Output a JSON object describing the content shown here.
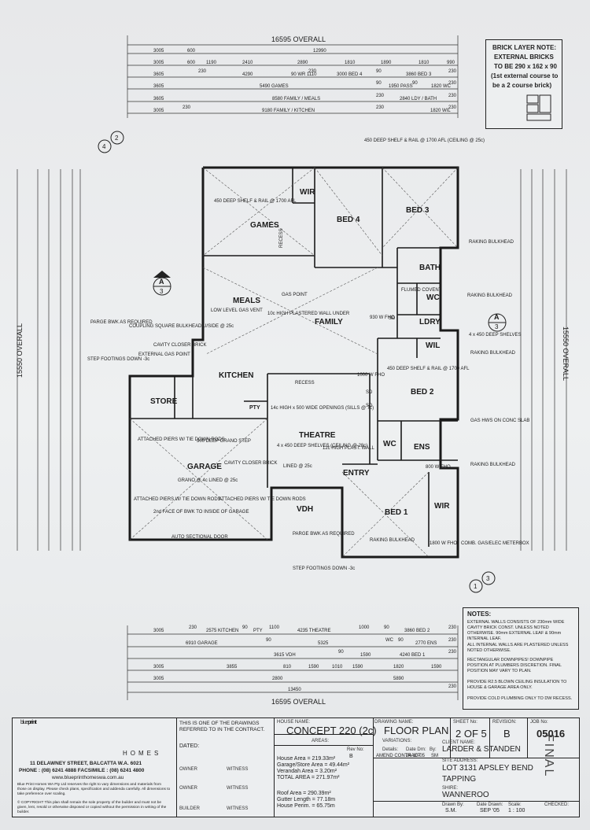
{
  "overall_top": "16595 OVERALL",
  "overall_bottom": "16595 OVERALL",
  "overall_left": "15550 OVERALL",
  "overall_right": "15550 OVERALL",
  "top_dims": {
    "row1": [
      "3005",
      "600",
      "12990"
    ],
    "row2": [
      "3005",
      "600",
      "1190",
      "2410",
      "2890",
      "1810",
      "1890",
      "1810",
      "990"
    ],
    "row3": [
      "3605",
      "230",
      "4290",
      "90 WR 1110",
      "230",
      "3000 BED 4",
      "90",
      "3860 BED 3",
      "230"
    ],
    "row4": [
      "3605",
      "5490 GAMES",
      "90",
      "1950 PASS",
      "90",
      "1820 WC",
      "230"
    ],
    "row5": [
      "3605",
      "8580 FAMILY / MEALS",
      "230",
      "2840 LDY / BATH",
      "230"
    ],
    "row6": [
      "3005",
      "230",
      "9180 FAMILY / KITCHEN",
      "230",
      "1820 WIL",
      "230"
    ]
  },
  "bottom_dims": {
    "row1": [
      "3005",
      "230",
      "2575 KITCHEN",
      "90",
      "PTY",
      "1100",
      "4235 THEATRE",
      "1000",
      "90",
      "3860 BED 2",
      "230"
    ],
    "row2": [
      "6910 GARAGE",
      "90",
      "5325",
      "WC",
      "90",
      "2770 ENS",
      "230"
    ],
    "row3": [
      "3615 VDH",
      "90",
      "1590",
      "4240 BED 1",
      "230"
    ],
    "row4": [
      "3005",
      "3855",
      "810",
      "1590",
      "1010",
      "1590",
      "1820",
      "1590"
    ],
    "row5": [
      "3005",
      "2800",
      "5890"
    ],
    "row6": [
      "13450",
      "230"
    ]
  },
  "rooms": {
    "games": "GAMES",
    "bed4": "BED 4",
    "bed3": "BED 3",
    "wir_top": "WIR",
    "bath": "BATH",
    "meals": "MEALS",
    "family": "FAMILY",
    "ldry": "LDRY",
    "wil": "WIL",
    "wc_top": "WC",
    "kitchen": "KITCHEN",
    "store": "STORE",
    "bed2": "BED 2",
    "theatre": "THEATRE",
    "garage": "GARAGE",
    "entry": "ENTRY",
    "ens": "ENS",
    "wc_ens": "WC",
    "bed1": "BED 1",
    "wir_bed1": "WIR",
    "vdh": "VDH",
    "pty": "PTY"
  },
  "annotations": {
    "shelf_games": "450 DEEP SHELF & RAIL @ 1700 AFL",
    "shelf_bed3": "450 DEEP SHELF & RAIL @ 1700 AFL (CEILING @ 25c)",
    "raking_bulkhead1": "RAKING BULKHEAD",
    "raking_bulkhead2": "RAKING BULKHEAD",
    "raking_bulkhead3": "RAKING BULKHEAD",
    "raking_bulkhead4": "RAKING BULKHEAD",
    "raking_bulkhead5": "RAKING BULKHEAD",
    "parge": "PARGE BWK AS REQUIRED",
    "parge2": "PARGE BWK AS REQUIRED",
    "coupling": "COUPLING SQUARE BULKHEAD U/SIDE @ 25c",
    "gas_point": "GAS POINT",
    "low_level": "LOW LEVEL GAS VENT",
    "cavity_closer": "CAVITY CLOSER BRICK",
    "external_gas": "EXTERNAL GAS POINT",
    "step_footings": "STEP FOOTINGS DOWN -3c",
    "step_footings2": "STEP FOOTINGS DOWN -3c",
    "plastered_wall": "10c HIGH PLASTERED WALL UNDER",
    "openings": "14c HIGH x 500 WIDE OPENINGS (SILLS @ 7c)",
    "theatre_shelves": "4 x 450 DEEP SHELVES (CEILING @ 28c)",
    "plast_wall12": "12c HIGH PLAST. WALL",
    "lined": "LINED @ 25c",
    "attached_piers1": "ATTACHED PIERS W/ TIE DOWN RODS",
    "attached_piers2": "ATTACHED PIERS W/ TIE DOWN RODS",
    "attached_piers3": "ATTACHED PIERS W/ TIE DOWN RODS",
    "grano_step": "300 DEEP GRANO STEP",
    "grano_lined": "GRANO @ 4c LINED @ 25c",
    "cavity_closer2": "CAVITY CLOSER BRICK",
    "face_bwk": "2nd FACE OF BWK TO INSIDE OF GARAGE",
    "auto_door": "AUTO SECTIONAL DOOR",
    "hws": "GAS HWS ON CONC SLAB",
    "meterbox": "COMB. GAS/ELEC METERBOX",
    "shelves_4x450": "4 x 450 DEEP SHELVES",
    "shelf_bed2": "450 DEEP SHELF & RAIL @ 1700 AFL",
    "flumed": "FLUMED COVENT",
    "recess": "RECESS",
    "recess2": "RECESS",
    "fho1": "930 W FHO",
    "fho2": "1000 W FHO",
    "fho3": "800 W FHO",
    "fho4": "1800 W FHO",
    "sd1": "SD",
    "sd2": "SD",
    "sd3": "SD"
  },
  "sections": {
    "a3_left": "A",
    "a3_left_num": "3",
    "a3_right": "A",
    "a3_right_num": "3",
    "view4": "4",
    "view2": "2",
    "view1": "1",
    "view3": "3"
  },
  "brick_note": {
    "title": "BRICK LAYER NOTE:",
    "l1": "EXTERNAL BRICKS",
    "l2": "TO BE 290 x 162 x 90",
    "l3": "(1st external course to",
    "l4": "be a 2 course brick)"
  },
  "notes": {
    "title": "NOTES:",
    "n1": "EXTERNAL WALLS CONSISTS OF 230mm WIDE CAVITY BRICK CONST. UNLESS NOTED OTHERWISE. 90mm EXTERNAL LEAF & 90mm INTERNAL LEAF.",
    "n2": "ALL INTERNAL WALLS ARE PLASTERED UNLESS NOTED OTHERWISE.",
    "n3": "RECTANGULAR DOWNPIPES! DOWNPIPE POSITION AT PLUMBERS DISCRETION. FINAL POSITION MAY VARY TO PLAN.",
    "n4": "PROVIDE R2.5 BLOWN CEILING INSULATION TO HOUSE & GARAGE AREA ONLY.",
    "n5": "PROVIDE COLD PLUMBING ONLY TO DW RECESS."
  },
  "title_block": {
    "logo_a": "blue",
    "logo_b": "print",
    "logo_sub": "HOMES",
    "address": "11 DELAWNEY STREET, BALCATTA W.A. 6021",
    "phone": "PHONE : (08) 6241 4888  FACSIMILE : (08) 6241 4800",
    "web": "www.blueprinthomeswa.com.au",
    "rights": "Blue Print Homes WA Pty Ltd reserves the right to vary dimensions and materials from those on display. Please check plans, specification and addenda carefully. All dimensions to take preference over scaling.",
    "copyright": "© COPYRIGHT This plan shall remain the sole property of the builder and must not be given, lent, resold or otherwise disposed or copied without the permission in writing of the builder.",
    "contract": "THIS IS ONE OF THE DRAWINGS REFERRED TO IN THE CONTRACT.",
    "dated": "DATED:",
    "owner1": "OWNER",
    "witness1": "WITNESS",
    "owner2": "OWNER",
    "witness2": "WITNESS",
    "builder": "BUILDER",
    "witness3": "WITNESS",
    "house_name_lbl": "HOUSE NAME:",
    "house_name": "CONCEPT 220 (2c)",
    "areas_lbl": "AREAS:",
    "area_house": "House Area = 219.33m²",
    "area_garage": "Garage/Store Area = 49.44m²",
    "area_verandah": "Verandah Area = 3.20m²",
    "area_total": "TOTAL AREA = 271.97m²",
    "roof": "Roof Area = 290.39m²",
    "gutter": "Gutter Length = 77.18m",
    "perim": "House Perim. = 65.75m",
    "drawing_name_lbl": "DRAWING NAME:",
    "drawing_name": "FLOOR PLAN",
    "variations_lbl": "VARIATIONS:",
    "rev_lbl": "Rev No:",
    "details_lbl": "Details:",
    "date_lbl": "Date Drn:",
    "by_lbl": "By:",
    "rev": "B",
    "details": "AMEND CONTRACT",
    "date": "24-10-05",
    "by": "SM",
    "sheet_lbl": "SHEET No:",
    "sheet": "2 OF 5",
    "revision_lbl": "REVISION:",
    "revision": "B",
    "job_lbl": "JOB No:",
    "job": "05016",
    "client_lbl": "CLIENT NAME:",
    "client": "LARDER & STANDEN",
    "site_lbl": "SITE ADDRESS:",
    "site": "LOT 3131 APSLEY BEND",
    "suburb": "TAPPING",
    "shire_lbl": "SHIRE:",
    "shire": "WANNEROO",
    "drawn_lbl": "Drawn By:",
    "drawn": "S.M.",
    "date2_lbl": "Date Drawn:",
    "date2": "SEP '05",
    "scale_lbl": "Scale:",
    "scale": "1 : 100",
    "checked_lbl": "CHECKED:",
    "final": "FINAL"
  }
}
